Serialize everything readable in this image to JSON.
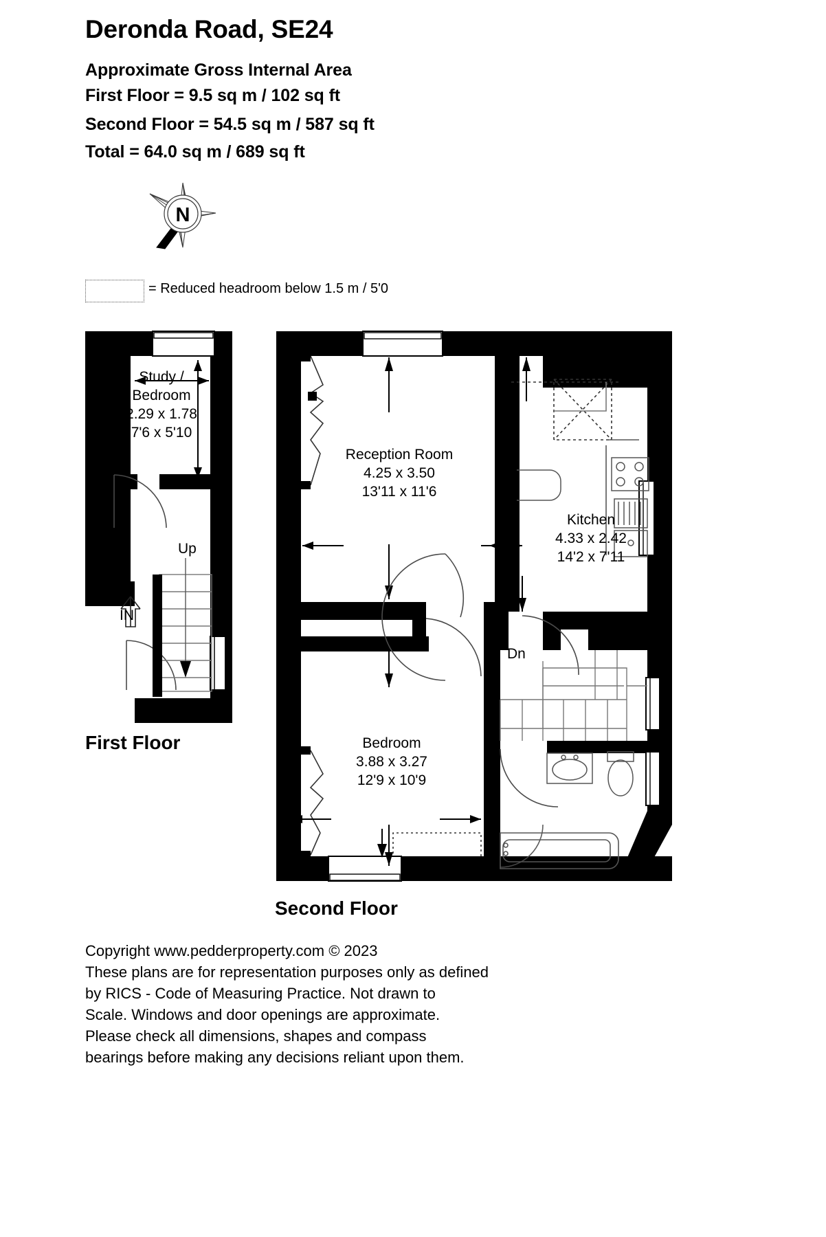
{
  "header": {
    "title": "Deronda Road, SE24",
    "lines": [
      "Approximate Gross Internal Area",
      "First Floor = 9.5 sq m / 102 sq ft",
      "Second Floor = 54.5 sq m / 587 sq ft",
      "Total = 64.0 sq m / 689 sq ft"
    ]
  },
  "compass": {
    "north_label": "N"
  },
  "legend": {
    "equals": "=",
    "text": "=  Reduced headroom below 1.5 m / 5'0"
  },
  "floors": [
    {
      "caption": "First Floor"
    },
    {
      "caption": "Second Floor"
    }
  ],
  "rooms": [
    {
      "name": "Study / Bedroom",
      "name_line1": "Study /",
      "name_line2": "Bedroom",
      "metric": "2.29 x 1.78",
      "imperial": "7'6 x 5'10",
      "floor": "First Floor"
    },
    {
      "name": "Reception Room",
      "name_line1": "Reception Room",
      "name_line2": "",
      "metric": "4.25 x 3.50",
      "imperial": "13'11 x 11'6",
      "floor": "Second Floor"
    },
    {
      "name": "Kitchen",
      "name_line1": "Kitchen",
      "name_line2": "",
      "metric": "4.33 x 2.42",
      "imperial": "14'2 x 7'11",
      "floor": "Second Floor"
    },
    {
      "name": "Bedroom",
      "name_line1": "Bedroom",
      "name_line2": "",
      "metric": "3.88 x 3.27",
      "imperial": "12'9 x 10'9",
      "floor": "Second Floor"
    }
  ],
  "annotations": {
    "up": "Up",
    "in": "IN",
    "dn": "Dn"
  },
  "footer": {
    "lines": [
      "Copyright www.pedderproperty.com © 2023",
      "These plans are for representation purposes only as defined",
      "by RICS - Code of Measuring Practice. Not drawn to",
      "Scale. Windows and door openings are approximate.",
      "Please check all dimensions, shapes and compass",
      "bearings before making any decisions reliant upon them."
    ]
  },
  "colors": {
    "wall": "#000000",
    "background": "#ffffff",
    "fixture_line": "#555555",
    "headroom_dash": "#444444"
  }
}
